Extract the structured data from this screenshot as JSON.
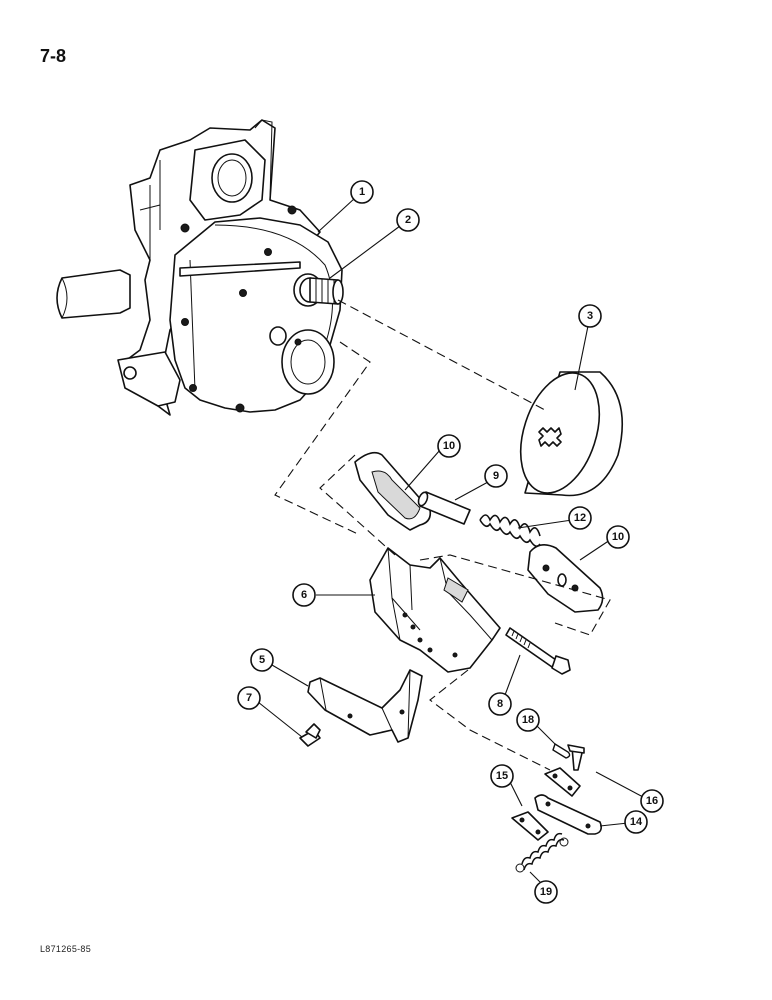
{
  "page": {
    "number": "7-8",
    "figure_code": "L871265-85"
  },
  "callouts": [
    "1",
    "2",
    "3",
    "10",
    "9",
    "12",
    "10",
    "6",
    "5",
    "7",
    "8",
    "18",
    "15",
    "16",
    "14",
    "19"
  ],
  "parts": [
    {
      "number": "1",
      "icon": "transmission-housing"
    },
    {
      "number": "2",
      "icon": "splined-shaft"
    },
    {
      "number": "3",
      "icon": "brake-disc"
    },
    {
      "number": "5",
      "icon": "support-bracket"
    },
    {
      "number": "6",
      "icon": "caliper-bracket"
    },
    {
      "number": "7",
      "icon": "bolt"
    },
    {
      "number": "8",
      "icon": "long-bolt"
    },
    {
      "number": "9",
      "icon": "pin"
    },
    {
      "number": "10",
      "icon": "brake-pad"
    },
    {
      "number": "12",
      "icon": "spring"
    },
    {
      "number": "14",
      "icon": "lever-plate"
    },
    {
      "number": "15",
      "icon": "link-plate"
    },
    {
      "number": "16",
      "icon": "clevis-pin"
    },
    {
      "number": "18",
      "icon": "cotter-pin"
    },
    {
      "number": "19",
      "icon": "tension-spring"
    }
  ]
}
